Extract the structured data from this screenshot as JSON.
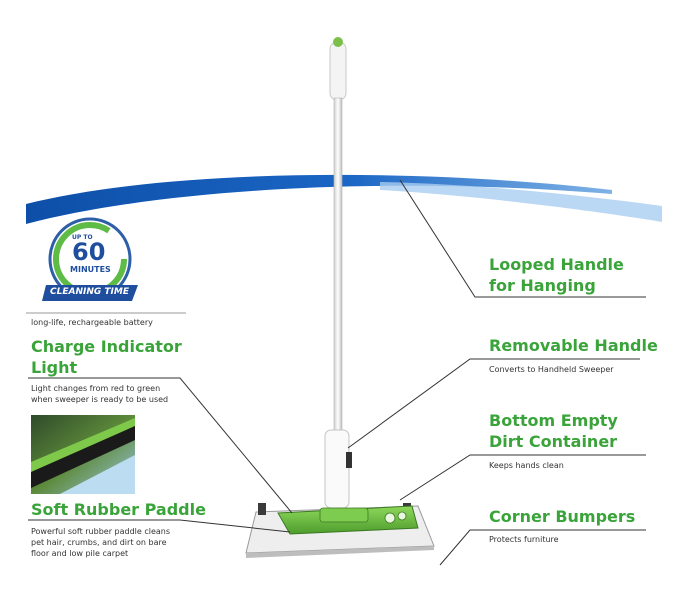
{
  "badge": {
    "upto": "UP TO",
    "number": "60",
    "unit": "MINUTES",
    "banner": "CLEANING TIME"
  },
  "battery_caption": "long-life, rechargeable battery",
  "features": {
    "charge": {
      "title1": "Charge Indicator",
      "title2": "Light",
      "desc1": "Light changes from red to green",
      "desc2": "when sweeper is ready to be used"
    },
    "paddle": {
      "title": "Soft Rubber Paddle",
      "desc1": "Powerful soft rubber paddle cleans",
      "desc2": "pet hair, crumbs, and dirt on bare",
      "desc3": "floor and low pile carpet"
    },
    "looped": {
      "title1": "Looped Handle",
      "title2": "for Hanging"
    },
    "removable": {
      "title": "Removable Handle",
      "desc": "Converts to Handheld Sweeper"
    },
    "container": {
      "title1": "Bottom Empty",
      "title2": "Dirt Container",
      "desc": "Keeps hands clean"
    },
    "bumpers": {
      "title": "Corner Bumpers",
      "desc": "Protects furniture"
    }
  },
  "colors": {
    "heading_green": "#3aa43a",
    "swoosh_blue": "#1a5fb4",
    "product_green": "#6cc04a",
    "badge_blue": "#1f4e9e"
  }
}
